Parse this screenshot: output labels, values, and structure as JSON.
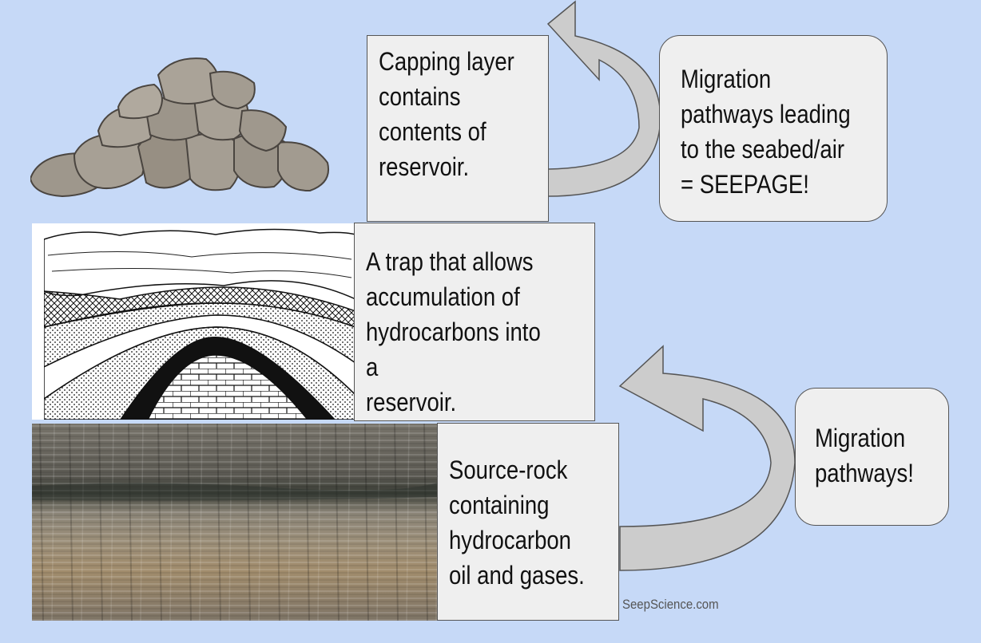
{
  "boxes": {
    "capping": "Capping layer\ncontains\ncontents of\nreservoir.",
    "seepage": "Migration\npathways leading\nto the seabed/air\n= SEEPAGE!",
    "trap": "A trap that allows\naccumulation of\nhydrocarbons into a\nreservoir.",
    "source": "Source-rock\ncontaining\nhydrocarbon\noil and gases.",
    "migration": "Migration\npathways!"
  },
  "credit": "SeepScience.com",
  "colors": {
    "background": "#c6d9f7",
    "box_fill": "#efefef",
    "arrow_fill": "#cccccc"
  },
  "icons": [
    "rock-pile-icon",
    "anticline-cross-section-illustration",
    "layered-rock-cliff-photo",
    "curved-arrow-icon"
  ]
}
